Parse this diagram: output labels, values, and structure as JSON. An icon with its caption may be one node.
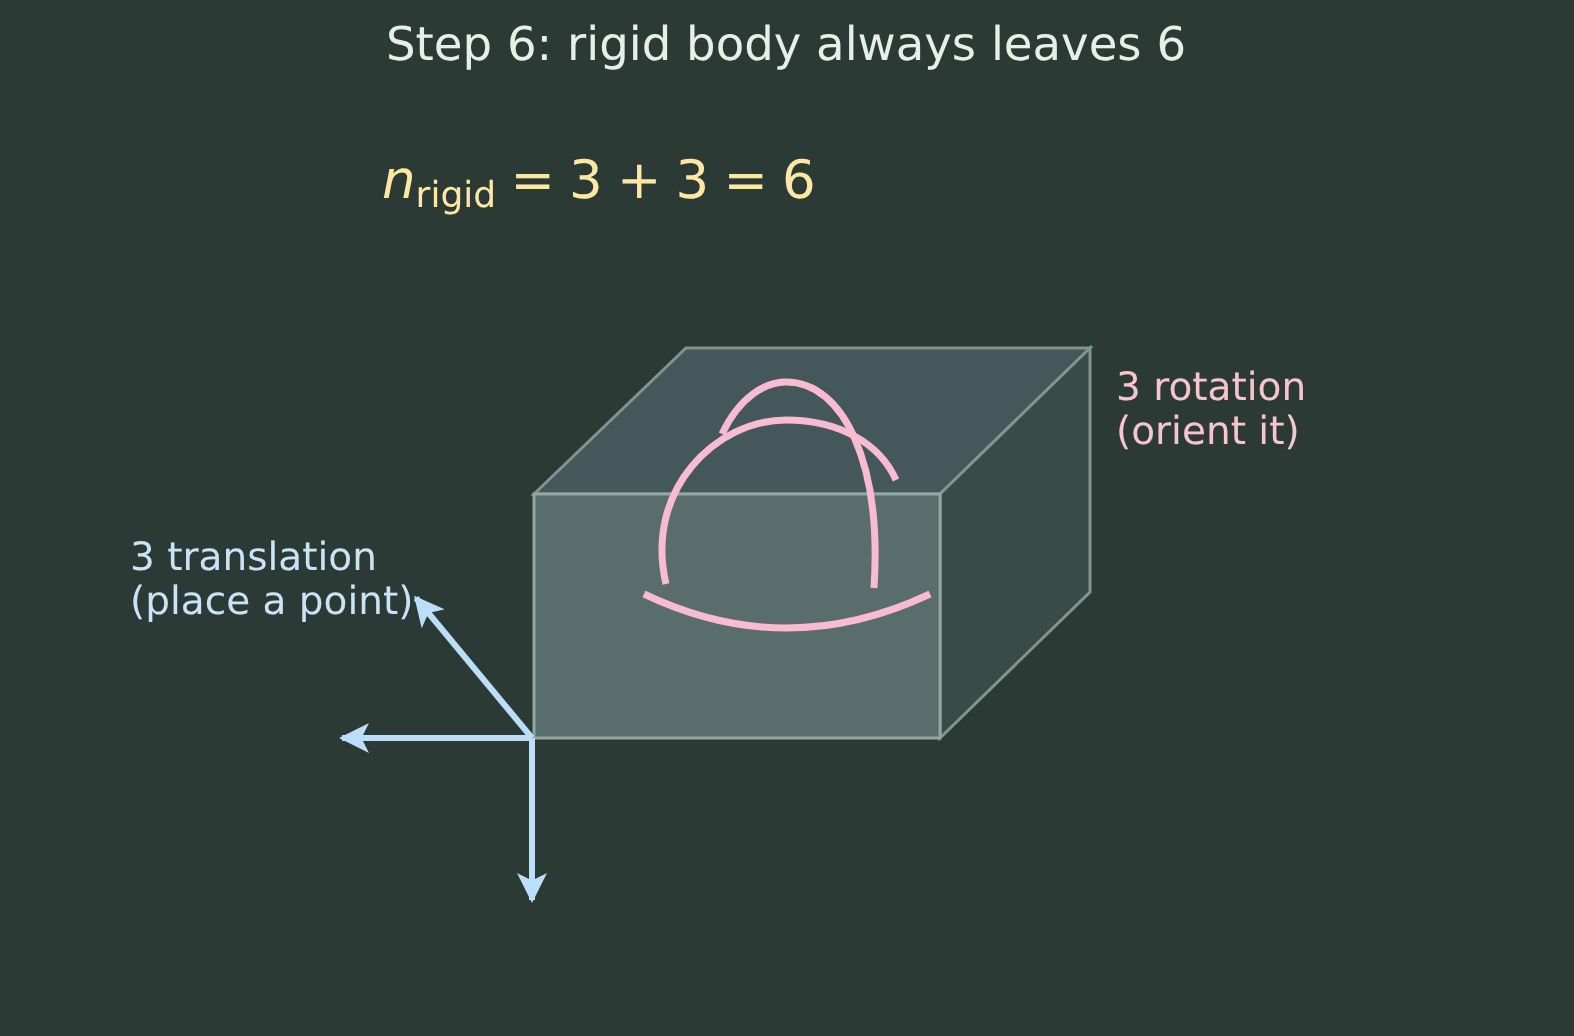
{
  "diagram": {
    "title": "Step 6: rigid body always leaves 6",
    "labels": [
      "*n*$_{rigid}$ = 3 + 3 = 6",
      "3 rotation (orient it)",
      "3 translation (place a point)"
    ]
  }
}
